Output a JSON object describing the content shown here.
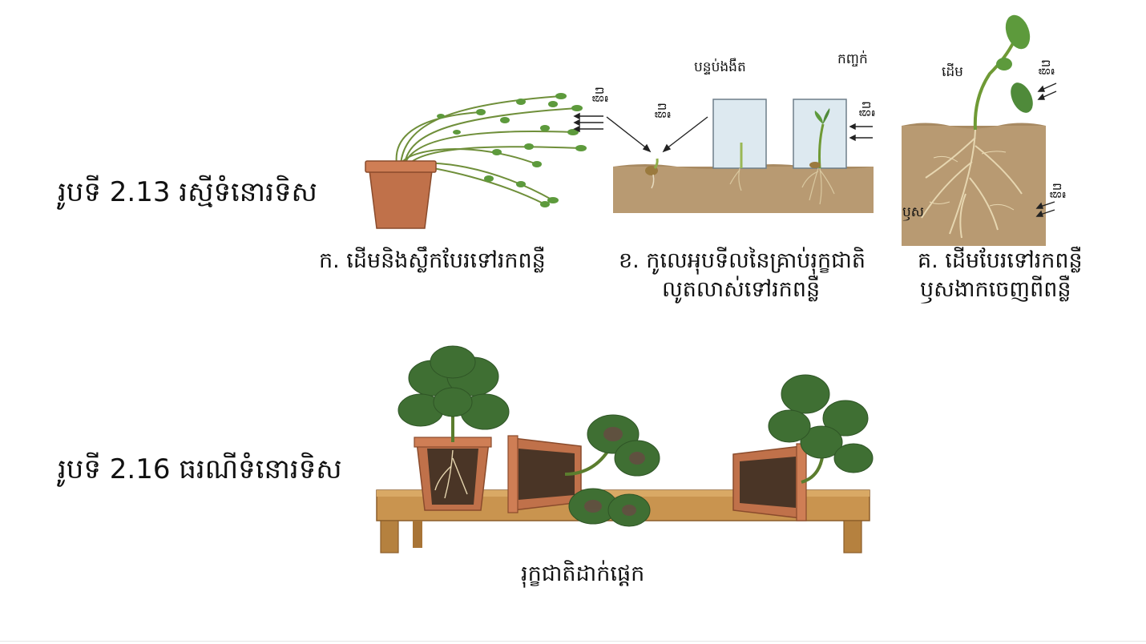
{
  "figure_213": {
    "title": "រូបទី 2.13 រស្មីទំនោរទិស",
    "panel_a": {
      "caption": "ក. ដើមនិងស្លឹកបែរទៅរកពន្លឺ",
      "light_label": "ពន្លឺ"
    },
    "panel_b": {
      "caption_line1": "ខ. កូលេអុបទីលនៃគ្រាប់រុក្ខជាតិ",
      "caption_line2": "លូតលាស់ទៅរកពន្លឺ",
      "light_label_left": "ពន្លឺ",
      "light_label_right": "ពន្លឺ",
      "label_cut_top": "បន្ទប់ងងឹត",
      "label_glass": "កញ្ចក់"
    },
    "panel_c": {
      "caption_line1": "គ. ដើមបែរទៅរកពន្លឺ",
      "caption_line2": "ឫសងាកចេញពីពន្លឺ",
      "label_stem": "ដើម",
      "label_root": "ឫស",
      "light_label_top": "ពន្លឺ",
      "light_label_bottom": "ពន្លឺ"
    }
  },
  "figure_216": {
    "title": "រូបទី 2.16 ធរណីទំនោរទិស",
    "caption": "រុក្ខជាតិដាក់ផ្តេក"
  },
  "colors": {
    "soil": "#b89a72",
    "pot": "#c0714a",
    "leaf": "#4f8a3a",
    "shelf": "#c9944f"
  }
}
